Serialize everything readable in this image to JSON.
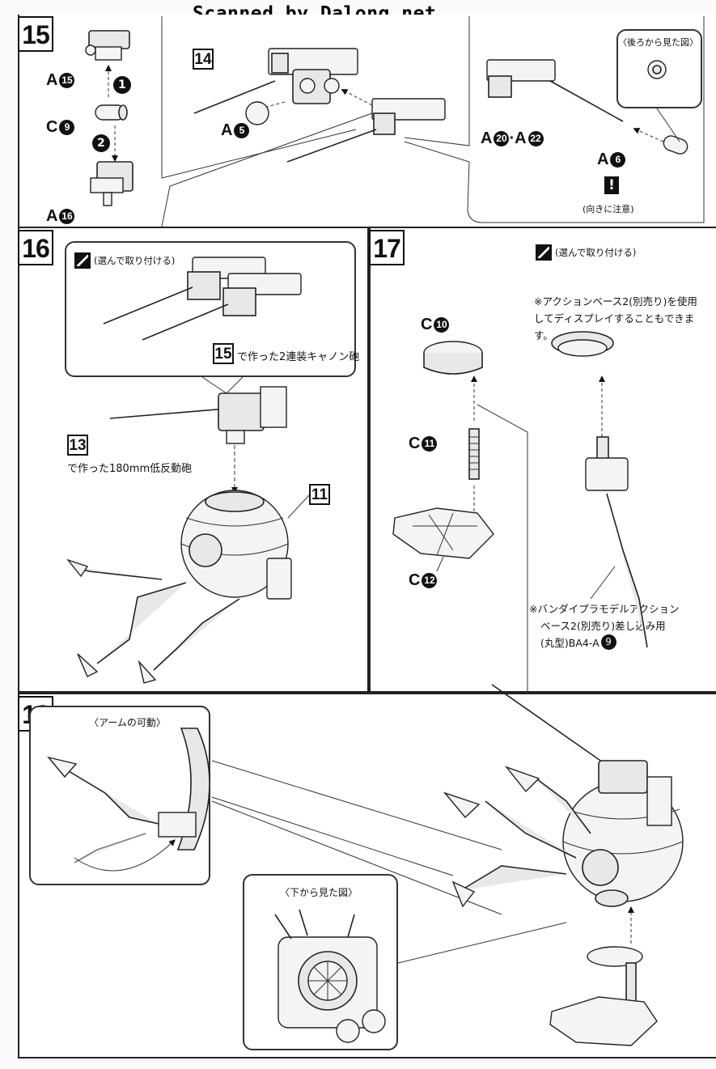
{
  "watermark": "Scanned by Dalong.net",
  "steps": {
    "s15": {
      "number": "15",
      "labels": {
        "a15": "A",
        "a15_num": "15",
        "c9": "C",
        "c9_num": "9",
        "a16": "A",
        "a16_num": "16",
        "ref14": "14",
        "a5": "A",
        "a5_num": "5",
        "a20_22": "A",
        "a20_num": "20",
        "a_mid": "·A",
        "a22_num": "22",
        "a6": "A",
        "a6_num": "6"
      },
      "order_marks": [
        "1",
        "2"
      ],
      "inset_title": "〈後ろから見た図〉",
      "warning_text": "(向きに注意)",
      "warning_mark": "!"
    },
    "s16": {
      "number": "16",
      "choose_text": "(選んで取り付ける)",
      "ref15": "15",
      "twin_cannon_caption": "で作った2連装キャノン砲",
      "ref13": "13",
      "cannon_caption": "で作った180mm低反動砲",
      "ref11": "11"
    },
    "s17": {
      "number": "17",
      "labels": {
        "c10": "C",
        "c10_num": "10",
        "c11": "C",
        "c11_num": "11",
        "c12": "C",
        "c12_num": "12"
      },
      "choose_text": "(選んで取り付ける)",
      "note1": "※アクションベース2(別売り)を使用してディスプレイすることもできます。",
      "note2_l1": "※バンダイプラモデルアクション",
      "note2_l2": "ベース2(別売り)差し込み用",
      "note2_l3": "(丸型)BA4-A",
      "note2_num": "9"
    },
    "s18": {
      "number": "18",
      "arm_title": "〈アームの可動〉",
      "bottom_title": "〈下から見た図〉"
    }
  }
}
